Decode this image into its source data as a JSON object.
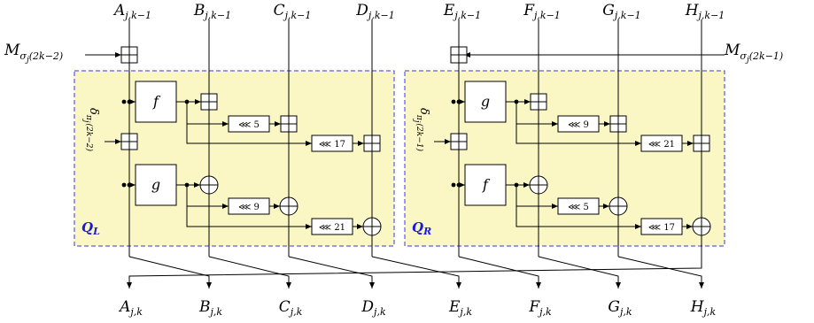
{
  "inputs": [
    {
      "base": "A",
      "sub": "j,k−1"
    },
    {
      "base": "B",
      "sub": "j,k−1"
    },
    {
      "base": "C",
      "sub": "j,k−1"
    },
    {
      "base": "D",
      "sub": "j,k−1"
    },
    {
      "base": "E",
      "sub": "j,k−1"
    },
    {
      "base": "F",
      "sub": "j,k−1"
    },
    {
      "base": "G",
      "sub": "j,k−1"
    },
    {
      "base": "H",
      "sub": "j,k−1"
    }
  ],
  "outputs": [
    {
      "base": "A",
      "sub": "j,k"
    },
    {
      "base": "B",
      "sub": "j,k"
    },
    {
      "base": "C",
      "sub": "j,k"
    },
    {
      "base": "D",
      "sub": "j,k"
    },
    {
      "base": "E",
      "sub": "j,k"
    },
    {
      "base": "F",
      "sub": "j,k"
    },
    {
      "base": "G",
      "sub": "j,k"
    },
    {
      "base": "H",
      "sub": "j,k"
    }
  ],
  "message_left": {
    "base": "M",
    "sub": "σ",
    "subsub": "j",
    "tail": "(2k−2)"
  },
  "message_right": {
    "base": "M",
    "sub": "σ",
    "subsub": "j",
    "tail": "(2k−1)"
  },
  "delta_left": {
    "base": "δ",
    "sub": "π",
    "subsub": "j",
    "tail": "(2k−2)"
  },
  "delta_right": {
    "base": "δ",
    "sub": "π",
    "subsub": "j",
    "tail": "(2k−1)"
  },
  "left_block": {
    "label": "Q",
    "label_sub": "L",
    "top_function": "f",
    "bottom_function": "g",
    "rotations": [
      "⋘ 5",
      "⋘ 17",
      "⋘ 9",
      "⋘ 21"
    ]
  },
  "right_block": {
    "label": "Q",
    "label_sub": "R",
    "top_function": "g",
    "bottom_function": "f",
    "rotations": [
      "⋘ 9",
      "⋘ 21",
      "⋘ 5",
      "⋘ 17"
    ]
  },
  "colors": {
    "block_fill": "#fbf7c5",
    "block_border": "#3a3adf",
    "label": "#1a1ad6"
  }
}
